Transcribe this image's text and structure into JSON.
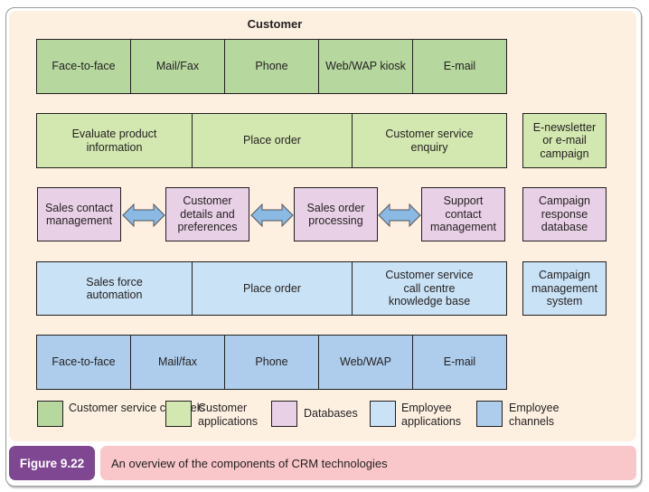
{
  "title": "Customer",
  "customer_channels": [
    "Face-to-face",
    "Mail/Fax",
    "Phone",
    "Web/WAP kiosk",
    "E-mail"
  ],
  "customer_applications": [
    "Evaluate product information",
    "Place order",
    "Customer service enquiry"
  ],
  "customer_campaign": "E-newsletter or e-mail campaign",
  "databases": [
    "Sales contact management",
    "Customer details and preferences",
    "Sales order processing",
    "Support contact management"
  ],
  "campaign_database": "Campaign response database",
  "employee_applications": [
    "Sales force automation",
    "Place order",
    "Customer service call centre knowledge base"
  ],
  "campaign_system": "Campaign management system",
  "employee_channels": [
    "Face-to-face",
    "Mail/fax",
    "Phone",
    "Web/WAP",
    "E-mail"
  ],
  "legend": [
    {
      "label": "Customer service channels",
      "color": "#b6d89f"
    },
    {
      "label": "Customer applications",
      "color": "#d3e8b0"
    },
    {
      "label": "Databases",
      "color": "#e8d0e6"
    },
    {
      "label": "Employee applications",
      "color": "#c9e2f5"
    },
    {
      "label": "Employee channels",
      "color": "#aecdec"
    }
  ],
  "figure": {
    "label": "Figure 9.22",
    "caption": "An overview of the components of CRM technologies"
  },
  "colors": {
    "panel_bg": "#fdf0e1",
    "figure_label_bg": "#7f4791",
    "caption_bg": "#f9c7c9",
    "arrow": "#8ab9e4"
  }
}
